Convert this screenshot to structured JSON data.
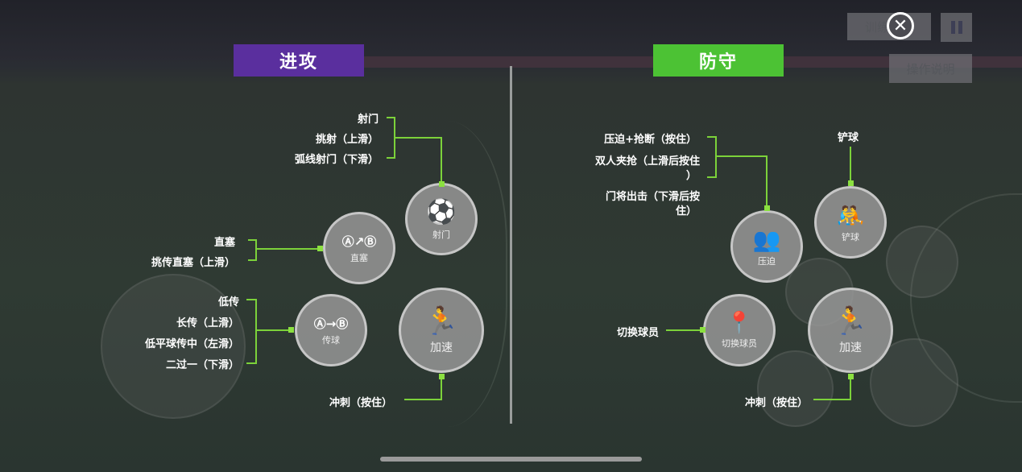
{
  "attack": {
    "title": "进攻",
    "color": "#5a2f9e",
    "shoot": {
      "button": "射门",
      "labels": [
        "射门",
        "挑射（上滑）",
        "弧线射门（下滑）"
      ]
    },
    "through": {
      "button": "直塞",
      "labels": [
        "直塞",
        "挑传直塞（上滑）"
      ]
    },
    "pass": {
      "button": "传球",
      "labels": [
        "低传",
        "长传（上滑）",
        "低平球传中（左滑）",
        "二过一（下滑）"
      ]
    },
    "sprint": {
      "button": "加速",
      "label": "冲刺（按住）"
    }
  },
  "defense": {
    "title": "防守",
    "color": "#4cc234",
    "press": {
      "button": "压迫",
      "labels": [
        "压迫+抢断（按住）",
        "双人夹抢（上滑后按住",
        "）",
        "门将出击（下滑后按",
        "住）"
      ]
    },
    "tackle": {
      "button": "铲球",
      "label": "铲球"
    },
    "switch": {
      "button": "切换球员",
      "label": "切换球员"
    },
    "sprint": {
      "button": "加速",
      "label": "冲刺（按住）"
    }
  },
  "top": {
    "training": "训练",
    "instructions": "操作说明"
  },
  "accent": "#7cd23a"
}
